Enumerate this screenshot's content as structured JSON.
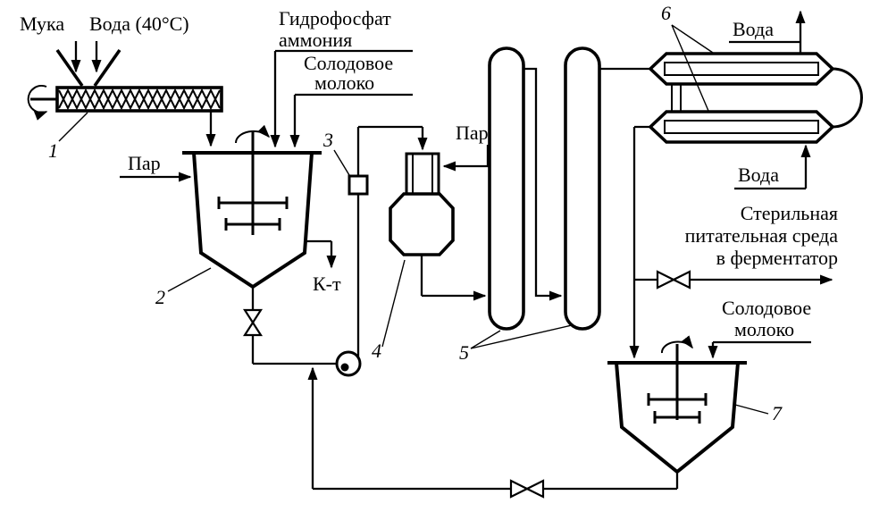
{
  "colors": {
    "ink": "#000000",
    "background": "#ffffff"
  },
  "labels": {
    "flour": "Мука",
    "water_40": "Вода (40°С)",
    "ammonium_phosphate_line1": "Гидрофосфат",
    "ammonium_phosphate_line2": "аммония",
    "malt_milk_top_line1": "Солодовое",
    "malt_milk_top_line2": "молоко",
    "steam_left": "Пар",
    "steam_right": "Пар",
    "condensate": "К-т",
    "water_out": "Вода",
    "water_in": "Вода",
    "sterile_line1": "Стерильная",
    "sterile_line2": "питательная среда",
    "sterile_line3": "в ферментатор",
    "malt_milk_bottom_line1": "Солодовое",
    "malt_milk_bottom_line2": "молоко"
  },
  "equipment_numbers": {
    "n1": "1",
    "n2": "2",
    "n3": "3",
    "n4": "4",
    "n5": "5",
    "n6": "6",
    "n7": "7"
  }
}
